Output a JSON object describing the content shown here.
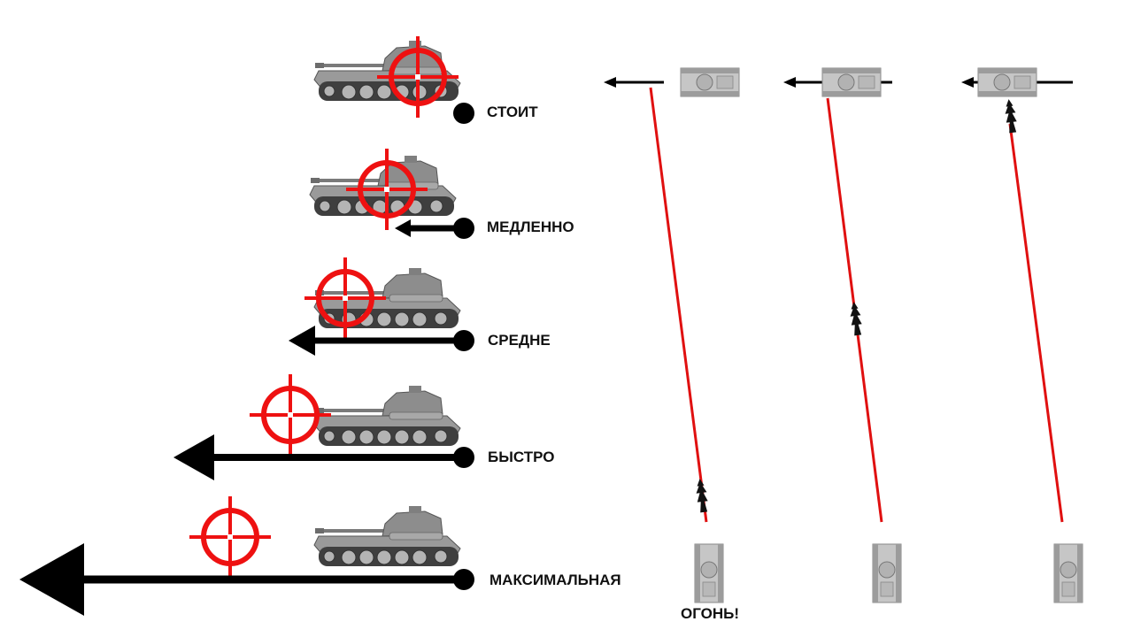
{
  "speed_labels": [
    "СТОИТ",
    "МЕДЛЕННО",
    "СРЕДНЕ",
    "БЫСТРО",
    "МАКСИМАЛЬНАЯ"
  ],
  "fire_label": "ОГОНЬ!",
  "icons": {
    "tank_side": "tank-side-icon",
    "tank_top": "tank-top-icon",
    "crosshair": "crosshair-icon",
    "direction_arrow": "direction-arrow-icon",
    "shell": "shell-icon"
  },
  "colors": {
    "crosshair": "#ee1111",
    "trajectory": "#e01010",
    "arrow": "#000000",
    "tank": "#8a8a8a",
    "tank_light": "#c8c8c8"
  }
}
